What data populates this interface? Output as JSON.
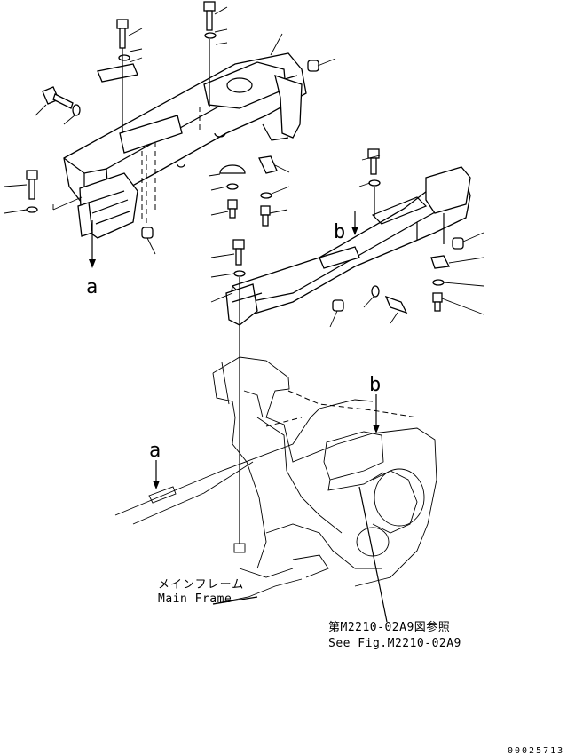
{
  "callouts": {
    "a_top": "a",
    "b_top": "b",
    "a_lower": "a",
    "b_lower": "b"
  },
  "main_frame": {
    "label_jp": "メインフレーム",
    "label_en": "Main Frame"
  },
  "reference": {
    "label_jp": "第M2210-02A9図参照",
    "label_en": "See Fig.M2210-02A9"
  },
  "footer": {
    "figure_number": "00025713"
  }
}
